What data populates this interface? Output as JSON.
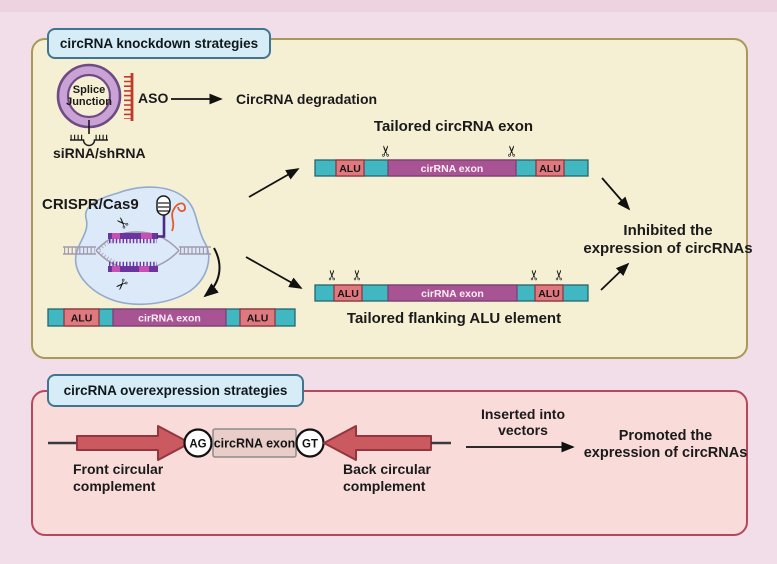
{
  "palette": {
    "background": "#f1dee8",
    "top_strip": "#ecd3df",
    "knockdown_panel_fill": "#f5f0d4",
    "knockdown_panel_border": "#a8985a",
    "overexpression_panel_fill": "#f9dcda",
    "overexpression_panel_border": "#b5485e",
    "chip_fill": "#d6edf8",
    "chip_border": "#41758f",
    "teal_segment": "#41b7c1",
    "alu_fill": "#e0787f",
    "exon_purple": "#a75394",
    "red_arrow": "#ca5a60",
    "aso_red": "#c0392b",
    "ring_purple": "#c9a2d6",
    "blob_blue": "#dce9f8"
  },
  "icons": {
    "scissors": "✂"
  },
  "knockdown": {
    "title": "circRNA knockdown strategies",
    "splice_circle": {
      "line1": "Splice",
      "line2": "Junction"
    },
    "aso": "ASO",
    "degradation": "CircRNA degradation",
    "sirna": "siRNA/shRNA",
    "crispr": "CRISPR/Cas9",
    "alu": "ALU",
    "exon": "cirRNA exon",
    "tailored_exon_title": "Tailored circRNA exon",
    "tailored_alu_title": "Tailored flanking ALU element",
    "outcome": {
      "line1": "Inhibited the",
      "line2": "expression of circRNAs"
    }
  },
  "overexpression": {
    "title": "circRNA overexpression strategies",
    "ag": "AG",
    "gt": "GT",
    "exon": "circRNA exon",
    "front": {
      "line1": "Front circular",
      "line2": "complement"
    },
    "back": {
      "line1": "Back circular",
      "line2": "complement"
    },
    "inserted": {
      "line1": "Inserted into",
      "line2": "vectors"
    },
    "outcome": {
      "line1": "Promoted the",
      "line2": "expression of circRNAs"
    }
  }
}
